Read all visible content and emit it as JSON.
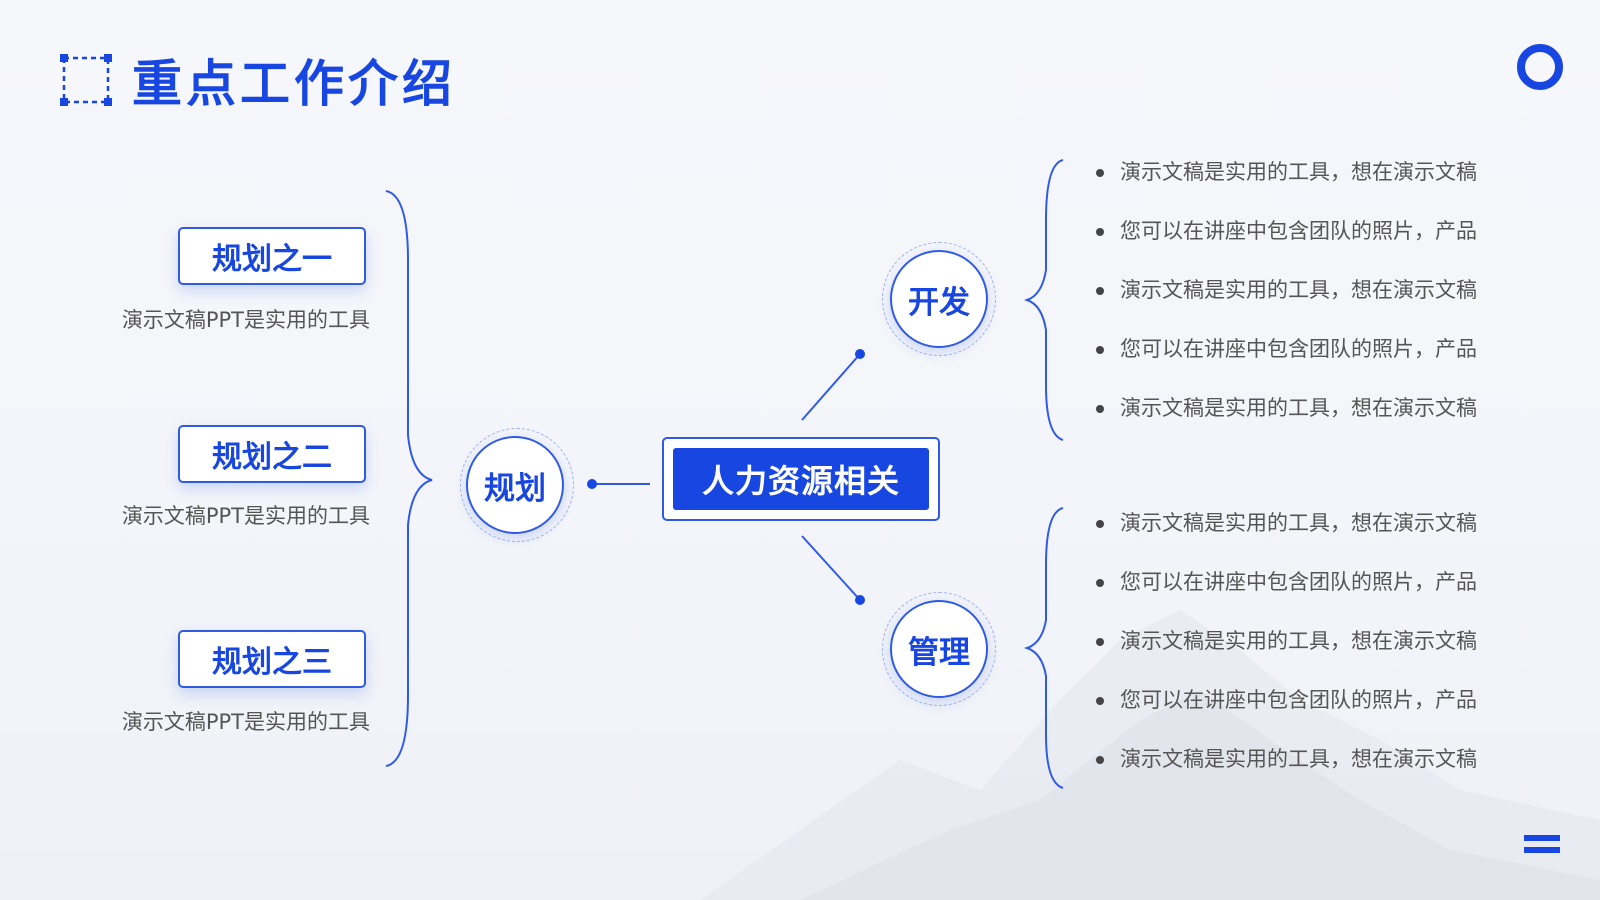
{
  "slide": {
    "title": "重点工作介绍"
  },
  "colors": {
    "accent": "#1846e0",
    "text": "#555555",
    "background": "#f4f6fa"
  },
  "icons": {
    "title_icon": "dashed-selection-square-icon",
    "corner_ring": "ring-icon",
    "corner_bars": "double-bar-icon"
  },
  "diagram": {
    "center": "人力资源相关",
    "left_node": "规划",
    "plans": [
      {
        "label": "规划之一",
        "desc": "演示文稿PPT是实用的工具"
      },
      {
        "label": "规划之二",
        "desc": "演示文稿PPT是实用的工具"
      },
      {
        "label": "规划之三",
        "desc": "演示文稿PPT是实用的工具"
      }
    ],
    "dev_node": "开发",
    "dev_items": [
      "演示文稿是实用的工具，想在演示文稿",
      "您可以在讲座中包含团队的照片，产品",
      "演示文稿是实用的工具，想在演示文稿",
      "您可以在讲座中包含团队的照片，产品",
      "演示文稿是实用的工具，想在演示文稿"
    ],
    "mgmt_node": "管理",
    "mgmt_items": [
      "演示文稿是实用的工具，想在演示文稿",
      "您可以在讲座中包含团队的照片，产品",
      "演示文稿是实用的工具，想在演示文稿",
      "您可以在讲座中包含团队的照片，产品",
      "演示文稿是实用的工具，想在演示文稿"
    ]
  }
}
